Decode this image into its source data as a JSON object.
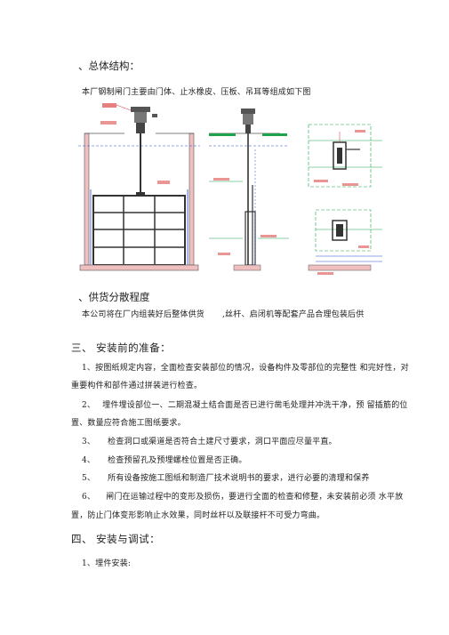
{
  "section1": {
    "heading": "、总体结构：",
    "intro": "本厂钢制闸门主要由门体、止水橡皮、压板、吊耳等组成如下图"
  },
  "section2": {
    "heading": "、供货分散程度",
    "line_a": "本公司将在厂内组装好后整体供货",
    "line_b": ",丝杆、启闭机等配套产品合理包装后供"
  },
  "section3": {
    "heading": "三、 安装前的准备：",
    "items": [
      {
        "num": "1、",
        "text": "按图纸规定内容，全面检查安装部位的情况，设备构件及零部位的完整性 和完好性，对",
        "cont": "重要构件和部件通过拼装进行检查。"
      },
      {
        "num": "2、",
        "text": "埋件埋设部位一、二期混凝土结合面是否已进行凿毛处理并冲洗干净，预 留插筋的位",
        "cont": "置、数量应符合施工图纸要求。"
      },
      {
        "num": "3、",
        "text": "检查洞口或渠道是否符合土建尺寸要求，洞口平面应尽量平直。",
        "cont": ""
      },
      {
        "num": "4、",
        "text": "检查预留孔及预埋螺栓位置是否正确。",
        "cont": ""
      },
      {
        "num": "5、",
        "text": "所有设备按施工图纸和制造厂技术说明书的要求，进行必要的清理和保养",
        "cont": ""
      },
      {
        "num": "6、",
        "text": "闸门在运输过程中的变形及损伤，要进行全面的检查和修整，未安装前必须 水平放",
        "cont": "置，防止门体变形影响止水效果，同时丝杆以及联接杆不可受力弯曲。"
      }
    ]
  },
  "section4": {
    "heading": "四、 安装与调试：",
    "sub": "1、埋件安装:"
  },
  "colors": {
    "drawing_blue": "#2a4bd0",
    "drawing_green": "#1fa34a",
    "drawing_red": "#d62a2a",
    "ink": "#222222"
  }
}
